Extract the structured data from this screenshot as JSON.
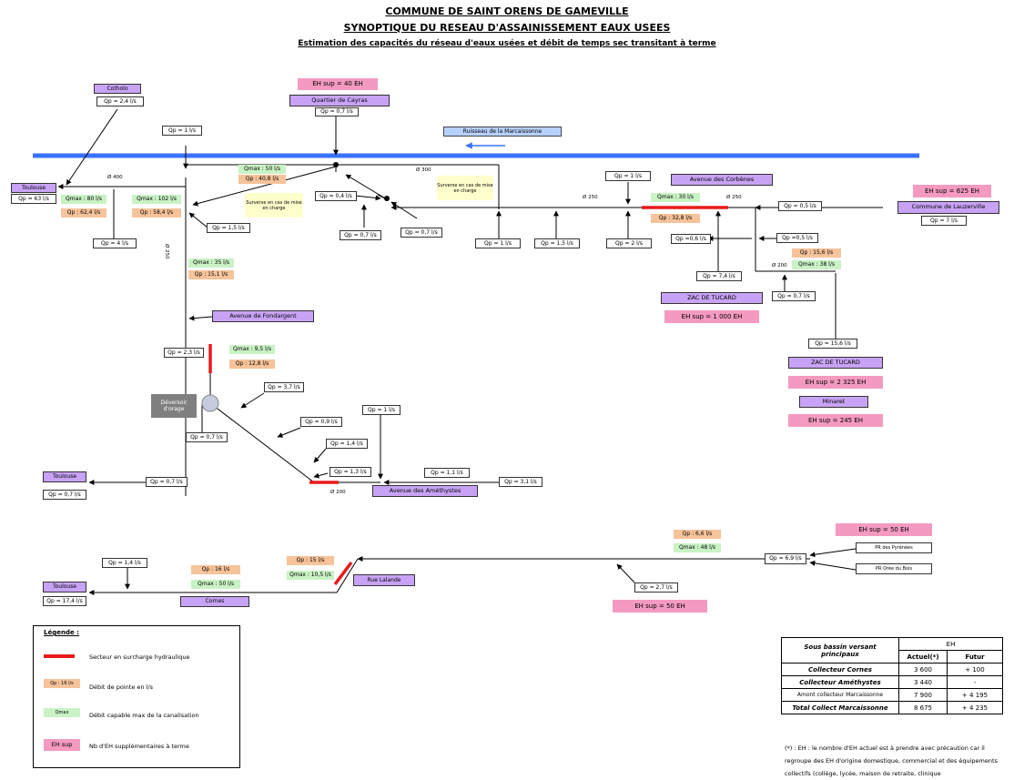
{
  "titles": {
    "line1": "COMMUNE DE SAINT ORENS DE GAMEVILLE",
    "line2": "SYNOPTIQUE DU RESEAU D'ASSAINISSEMENT EAUX USEES",
    "line3": "Estimation des capacités du réseau d'eaux usées et débit de temps sec transitant à terme"
  },
  "colors": {
    "purple": "#c8a3f5",
    "pink": "#f49ac1",
    "orange": "#f7c39a",
    "green": "#c9f2c5",
    "river": "#3a72ff",
    "overload": "#e81b1b",
    "yellow": "#ffffcc",
    "grey": "#7f7f7f",
    "river_label": "#b7d1ff"
  },
  "river_label": "Ruisseau de la Marcaissonne",
  "places": {
    "cotholo": "Cotholo",
    "quartier_cayras": "Quartier de Cayras",
    "toulouse_1": "Toulouse",
    "avenue_corbenes": "Avenue des Corbènes",
    "commune_lauzerville": "Commune de Lauzerville",
    "zac_tucard_1": "ZAC DE TUCARD",
    "zac_tucard_2": "ZAC DE TUCARD",
    "minaret": "Minaret",
    "avenue_fondargent": "Avenue de Fondargent",
    "toulouse_2": "Toulouse",
    "avenue_amethystes": "Avenue des Améthystes",
    "toulouse_3": "Toulouse",
    "cornes": "Cornes",
    "rue_lalande": "Rue Lalande",
    "pr_pyrenees": "PR des Pyrénées",
    "pr_orme": "PR Orée du Bois"
  },
  "eh": {
    "cayras": "EH sup = 40 EH",
    "lauzerville": "EH sup = 625 EH",
    "tucard_1": "EH sup = 1 000 EH",
    "tucard_2": "EH sup = 2 325 EH",
    "minaret": "EH sup = 245 EH",
    "pr_pyrenees": "EH sup = 50 EH",
    "bottom": "EH sup = 50 EH"
  },
  "qp": {
    "cotholo": "Qp = 2,4 l/s",
    "cayras": "Qp = 0,7 l/s",
    "toulouse_1": "Qp = 63 l/s",
    "top_left": "Qp = 1 l/s",
    "left_4": "Qp = 4 l/s",
    "junction_1_5": "Qp = 1,5 l/s",
    "qp_0_4": "Qp = 0,4 l/s",
    "qp_0_7a": "Qp = 0,7 l/s",
    "qp_0_7b": "Qp = 0,7 l/s",
    "qp_1a": "Qp = 1 l/s",
    "qp_1_5": "Qp = 1,5 l/s",
    "qp_2": "Qp = 2 l/s",
    "qp_1_top": "Qp = 1 l/s",
    "qp_0_5": "Qp = 0,5 l/s",
    "lauzerville": "Qp = 7 l/s",
    "qp_0_6": "Qp =0,6 l/s",
    "qp_0_5b": "Qp =0,5 l/s",
    "tucard_7_4": "Qp = 7,4 l/s",
    "qp_0_7c": "Qp = 0,7 l/s",
    "tucard_15_6": "Qp = 15,6 l/s",
    "fondargent": "Qp = 2,3 l/s",
    "deversoir": "Qp = 0,7 l/s",
    "qp_3_7": "Qp = 3,7 l/s",
    "qp_0_9": "Qp = 0,9 l/s",
    "qp_1_4": "Qp = 1,4 l/s",
    "qp_1_3": "Qp = 1,3 l/s",
    "qp_1_top2": "Qp = 1 l/s",
    "qp_1_1": "Qp = 1,1 l/s",
    "qp_3_1": "Qp = 3,1 l/s",
    "toulouse_2": "Qp = 0,7 l/s",
    "toulouse_2_arrow": "Qp = 0,7 l/s",
    "qp_1_4b": "Qp = 1,4 l/s",
    "toulouse_3": "Qp = 17,4 l/s",
    "qp_2_7": "Qp = 2,7 l/s",
    "qp_6_9": "Qp = 6,9 l/s"
  },
  "rates": {
    "qmax_50": "Qmax : 50 l/s",
    "qp_40_8": "Qp : 40,8 l/s",
    "qmax_80": "Qmax : 80 l/s",
    "qp_62_4": "Qp : 62,4 l/s",
    "qmax_102": "Qmax : 102 l/s",
    "qp_58_4": "Qp : 58,4 l/s",
    "qmax_30": "Qmax : 30 l/s",
    "qp_32_8": "Qp : 32,8 l/s",
    "qp_15_6": "Qp : 15,6 l/s",
    "qmax_38": "Qmax : 38 l/s",
    "qmax_35": "Qmax : 35 l/s",
    "qp_15_1": "Qp : 15,1 l/s",
    "qmax_9_5": "Qmax : 9,5 l/s",
    "qp_12_8": "Qp : 12,8 l/s",
    "qp_6_6": "Qp : 6,6 l/s",
    "qmax_48": "Qmax : 48 l/s",
    "qp_16": "Qp : 16 l/s",
    "qmax_50b": "Qmax : 50 l/s",
    "qp_15": "Qp : 15 l/s",
    "qmax_10_5": "Qmax : 10,5 l/s"
  },
  "notes": {
    "surverse_1": "Surverse en cas de mise en charge",
    "surverse_2": "Surverse en cas de mise en charge",
    "deversoir": "Déversoir d'orage"
  },
  "diameters": {
    "d400": "Ø 400",
    "d300": "Ø 300",
    "d250a": "Ø 250",
    "d250b": "Ø 250",
    "d250c": "Ø 250",
    "d200a": "Ø 200",
    "d200b": "Ø 200"
  },
  "legend": {
    "title": "Légende :",
    "overload": "Secteur en surcharge hydraulique",
    "qp_sample": "Qp : 16 l/s",
    "qp_text": "Débit de pointe en l/s",
    "qmax_sample": "Qmax",
    "qmax_text": "Débit capable max de la canalisation",
    "eh_sample": "EH sup",
    "eh_text": "Nb d'EH supplémentaires à terme"
  },
  "summary": {
    "header_col": "Sous bassin versant principaux",
    "eh_header": "EH",
    "actual": "Actuel(*)",
    "future": "Futur",
    "rows": [
      {
        "label": "Collecteur Cornes",
        "actual": "3 600",
        "future": "+ 100",
        "bold": true
      },
      {
        "label": "Collecteur Améthystes",
        "actual": "3 440",
        "future": "-",
        "bold": true
      },
      {
        "label": "Amont collecteur Marcaissonne",
        "actual": "7 900",
        "future": "+ 4 195",
        "bold": false
      },
      {
        "label": "Total Collect Marcaissonne",
        "actual": "8 675",
        "future": "+ 4 235",
        "bold": true
      }
    ]
  },
  "footnote": "(*) : EH : le nombre d'EH actuel est à prendre avec précaution car il regroupe des EH d'origine domestique, commercial et des équipements collectifs (collège, lycée, maison de retraite, clinique"
}
